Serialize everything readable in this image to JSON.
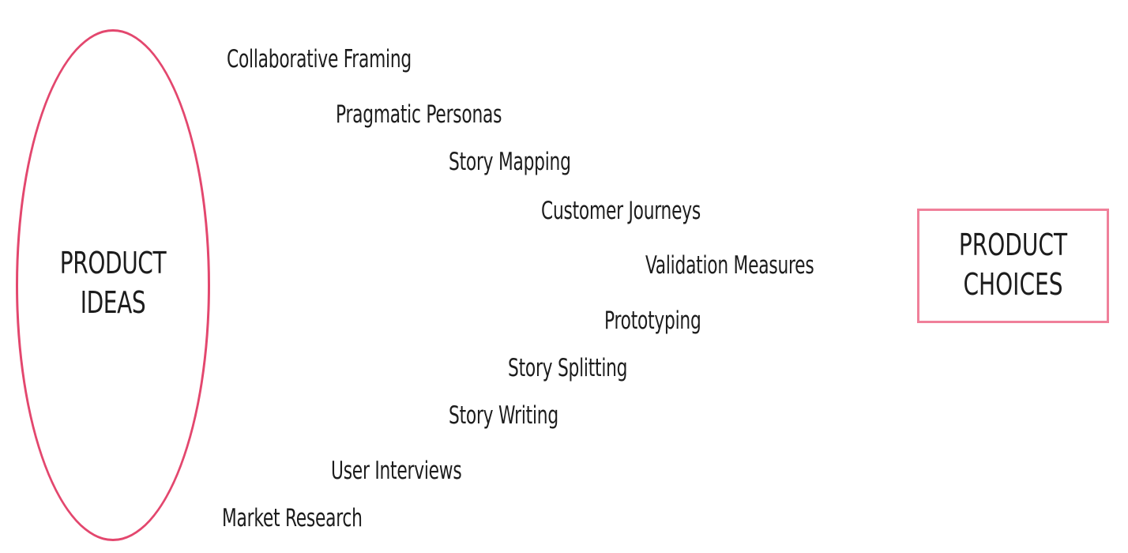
{
  "product_ideas": {
    "label_line1": "PRODUCT",
    "label_line2": "IDEAS",
    "border_color": "#e3476e"
  },
  "product_choices": {
    "label_line1": "PRODUCT",
    "label_line2": "CHOICES",
    "border_color": "#f0809a"
  },
  "techniques": [
    "Collaborative Framing",
    "Pragmatic Personas",
    "Story Mapping",
    "Customer Journeys",
    "Validation Measures",
    "Prototyping",
    "Story Splitting",
    "Story Writing",
    "User Interviews",
    "Market Research"
  ]
}
